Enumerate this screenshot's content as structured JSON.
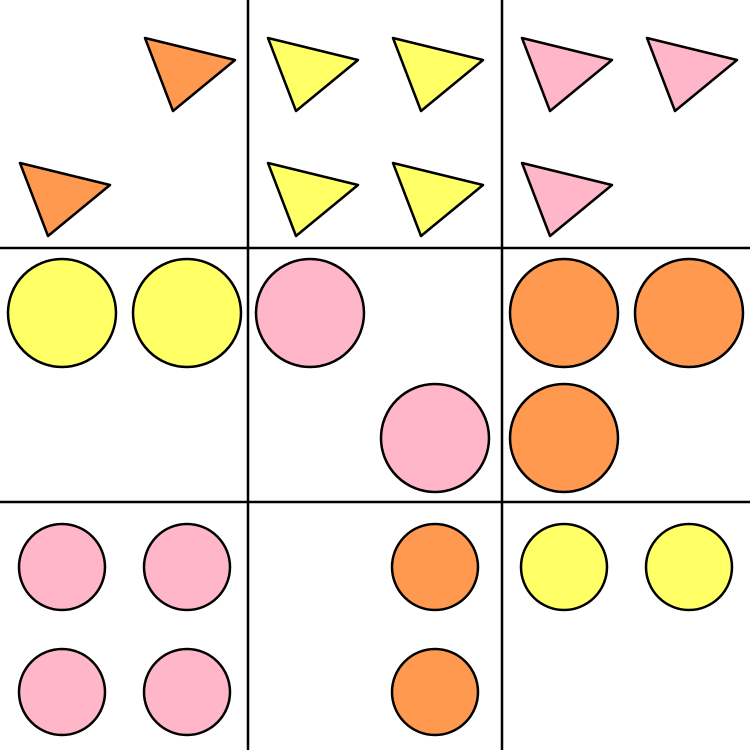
{
  "puzzle": {
    "palette": {
      "orange": "#FF9950",
      "yellow": "#FFFF66",
      "pink": "#FFB6C8",
      "outline": "#000000",
      "background": "#FFFFFF"
    },
    "rows": [
      [
        {
          "shape": "triangle",
          "color": "orange",
          "slots": [
            1,
            2
          ]
        },
        {
          "shape": "triangle",
          "color": "yellow",
          "slots": [
            0,
            1,
            2,
            3
          ]
        },
        {
          "shape": "triangle",
          "color": "pink",
          "slots": [
            0,
            1,
            2
          ]
        }
      ],
      [
        {
          "shape": "large-circle",
          "color": "yellow",
          "slots": [
            0,
            1
          ]
        },
        {
          "shape": "large-circle",
          "color": "pink",
          "slots": [
            0,
            3
          ]
        },
        {
          "shape": "large-circle",
          "color": "orange",
          "slots": [
            0,
            1,
            2
          ]
        }
      ],
      [
        {
          "shape": "small-circle",
          "color": "pink",
          "slots": [
            0,
            1,
            2,
            3
          ]
        },
        {
          "shape": "small-circle",
          "color": "orange",
          "slots": [
            1,
            3
          ]
        },
        {
          "shape": "small-circle",
          "color": "yellow",
          "slots": [
            0,
            1
          ]
        }
      ]
    ]
  }
}
